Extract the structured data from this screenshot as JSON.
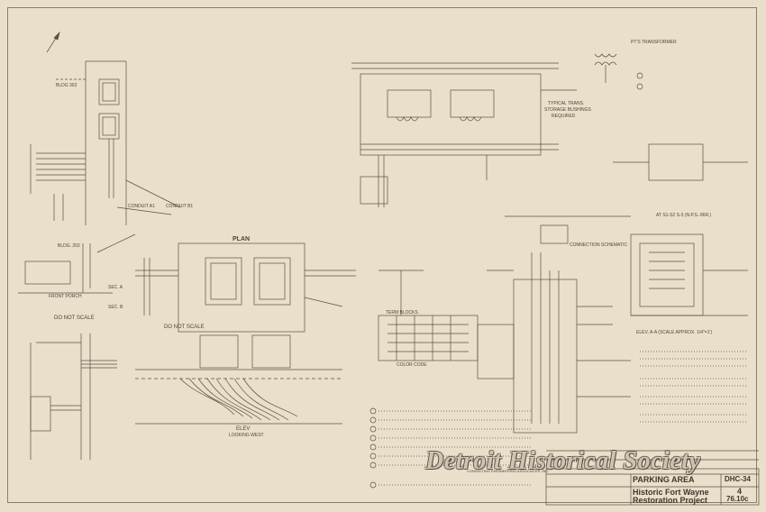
{
  "title_block": {
    "drawing_title": "PARKING AREA",
    "drawing_number": "DHC-34",
    "project_line_1": "Historic Fort Wayne",
    "project_line_2": "Restoration Project",
    "sheet_number": "4",
    "revision": "76.10c",
    "engineer": "CONSULTING ENGINEERING ASSOCIATES, INC."
  },
  "watermark": "Detroit Historical Society",
  "labels": {
    "plan": "PLAN",
    "do_not_scale_1": "DO NOT SCALE",
    "do_not_scale_2": "DO NOT SCALE",
    "elev": "ELEV",
    "elev_sub": "LOOKING WEST",
    "elev_aa": "ELEV. A-A (SCALE APPROX. 1/4\"=1')",
    "connection_schematic": "CONNECTION SCHEMATIC",
    "typical_trans": "TYPICAL TRANS.",
    "storage_bushings": "STORAGE BUSHINGS",
    "required": "REQUIRED",
    "pts_transformers": "PT'S TRANSFORMER",
    "bldg_302": "BLDG 302",
    "bldg_202": "BLDG. 202",
    "front_porch": "FRONT PORCH",
    "color_code": "COLOR CODE",
    "term_blocks": "TERM BLOCKS",
    "at_s1": "AT S1-S2 S-3 (N.P.S.-96R.)",
    "sec_a": "SEC. A",
    "sec_b": "SEC. B",
    "conduit_a": "CONDUIT A1",
    "conduit_b": "CONDUIT B1"
  },
  "palette": {
    "paper": "#e9dfca",
    "ink": "#5a5142",
    "watermark_fill": "#ebe2ce"
  }
}
